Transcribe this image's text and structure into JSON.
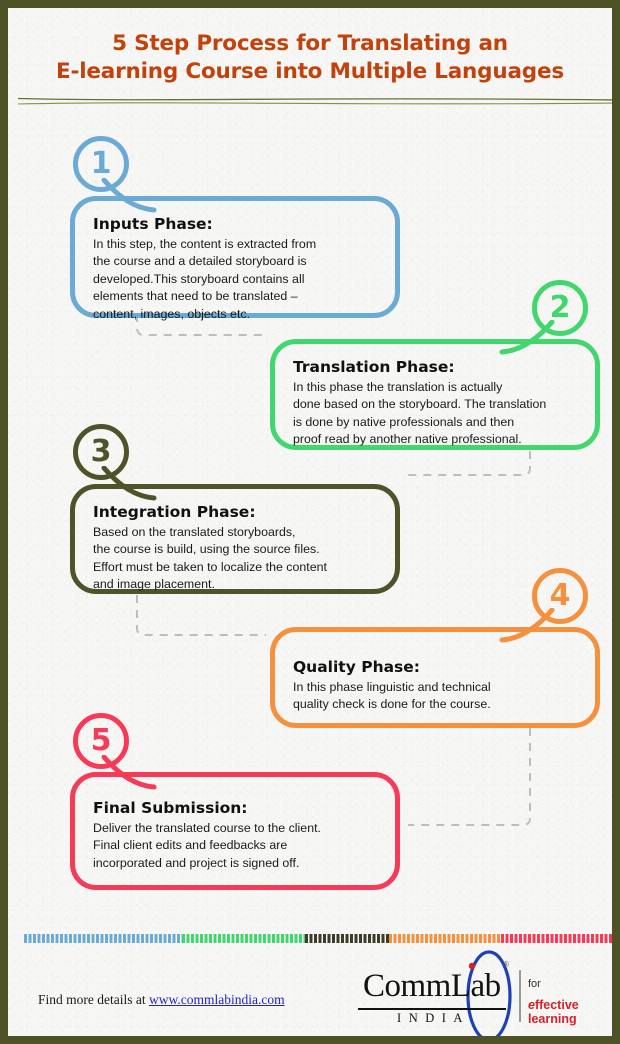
{
  "page": {
    "border_color": "#4e5026",
    "background_color": "#f6f6f4"
  },
  "header": {
    "title_line1": "5 Step Process for Translating an",
    "title_line2": "E-learning Course into Multiple Languages",
    "title_color": "#c2410c",
    "rule_color": "#6b6d34"
  },
  "steps": [
    {
      "number": "1",
      "heading": "Inputs Phase:",
      "body": "In this step, the content is extracted from\nthe course and a detailed storyboard is\ndeveloped.This storyboard contains all\nelements that need to be translated –\ncontent, images, objects etc.",
      "color": "#6aaad4",
      "side": "left"
    },
    {
      "number": "2",
      "heading": "Translation Phase:",
      "body": "In this phase the translation is actually\ndone based on the storyboard. The translation\nis done by native professionals and then\nproof read by another native professional.",
      "color": "#42d66e",
      "side": "right"
    },
    {
      "number": "3",
      "heading": "Integration Phase:",
      "body": "Based on the translated storyboards,\nthe course is build, using the source files.\nEffort must be taken to localize the content\nand image placement.",
      "color": "#50522a",
      "side": "left"
    },
    {
      "number": "4",
      "heading": "Quality Phase:",
      "body": "In this phase linguistic and technical\nquality check is done for the course.",
      "color": "#f5913e",
      "side": "right"
    },
    {
      "number": "5",
      "heading": "Final Submission:",
      "body": "Deliver the translated course to the client.\nFinal client edits and feedbacks are\nincorporated and project is signed off.",
      "color": "#f53b57",
      "side": "left"
    }
  ],
  "connector": {
    "color": "#bdbdbd",
    "style": "dashed"
  },
  "footer": {
    "stripe_colors": [
      "#6aaad4",
      "#42d66e",
      "#3c3c28",
      "#f5913e",
      "#f53b57"
    ],
    "note_prefix": "Find more details at ",
    "note_link": "www.commlabindia.com",
    "link_color": "#2222cc",
    "logo_name": "CommLab",
    "logo_sub": "INDIA",
    "logo_for": "for",
    "logo_tagline_lead": "e",
    "logo_tagline_rest": "ffective learning",
    "logo_registered": "®",
    "logo_accent_color": "#d61f26",
    "logo_ellipse_color": "#1f3fb5"
  }
}
